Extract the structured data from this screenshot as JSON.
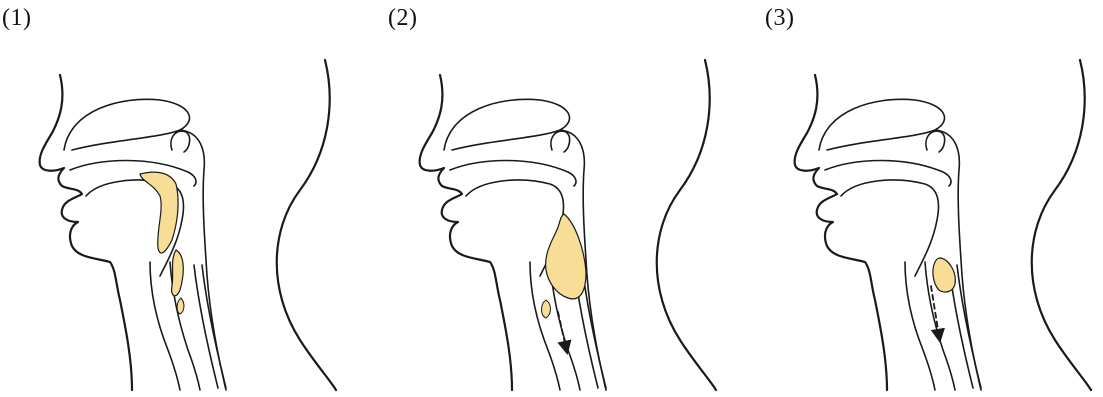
{
  "labels": {
    "panel_1": "(1)",
    "panel_2": "(2)",
    "panel_3": "(3)"
  },
  "colors": {
    "bolus": "#f7dd95",
    "line": "#1a1a1a",
    "background": "#ffffff"
  }
}
